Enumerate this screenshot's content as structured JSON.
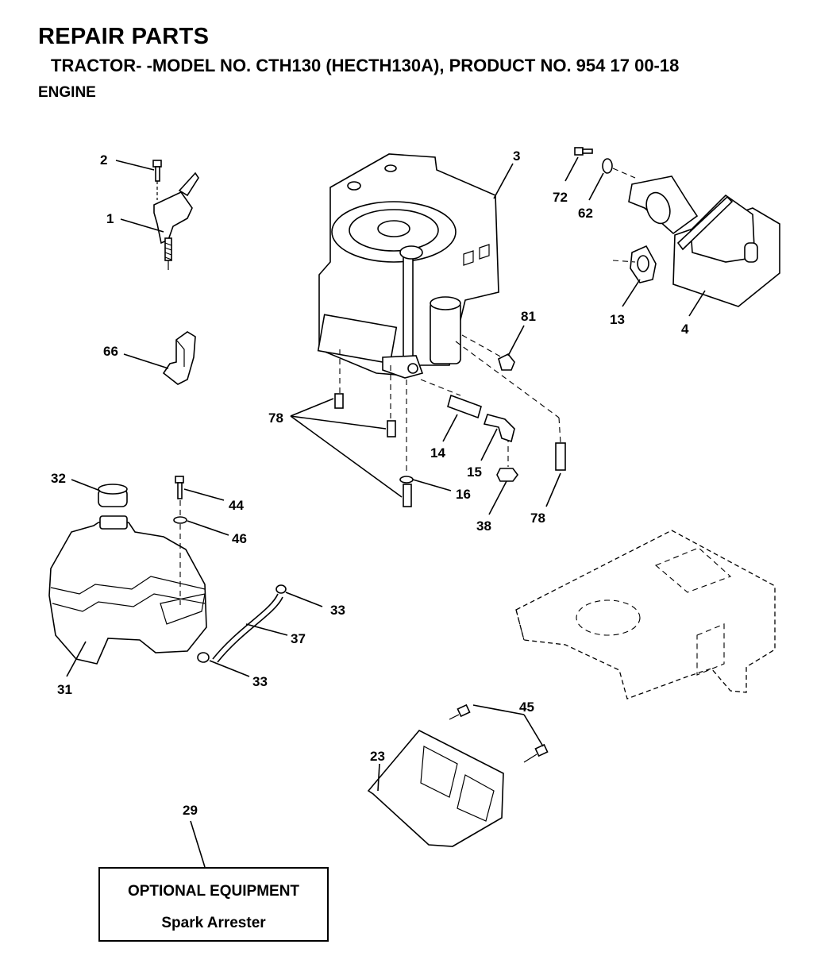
{
  "header": {
    "title": "REPAIR PARTS",
    "subtitle": "TRACTOR- -MODEL NO. CTH130 (HECTH130A), PRODUCT NO. 954 17 00-18",
    "section": "ENGINE"
  },
  "callouts": {
    "c1": "1",
    "c2": "2",
    "c3": "3",
    "c4": "4",
    "c13": "13",
    "c14": "14",
    "c15": "15",
    "c16": "16",
    "c23": "23",
    "c29": "29",
    "c31": "31",
    "c32": "32",
    "c33a": "33",
    "c33b": "33",
    "c37": "37",
    "c38": "38",
    "c44": "44",
    "c45": "45",
    "c46": "46",
    "c62": "62",
    "c66": "66",
    "c72": "72",
    "c78a": "78",
    "c78b": "78",
    "c81": "81"
  },
  "optional": {
    "title": "OPTIONAL EQUIPMENT",
    "item": "Spark Arrester"
  }
}
